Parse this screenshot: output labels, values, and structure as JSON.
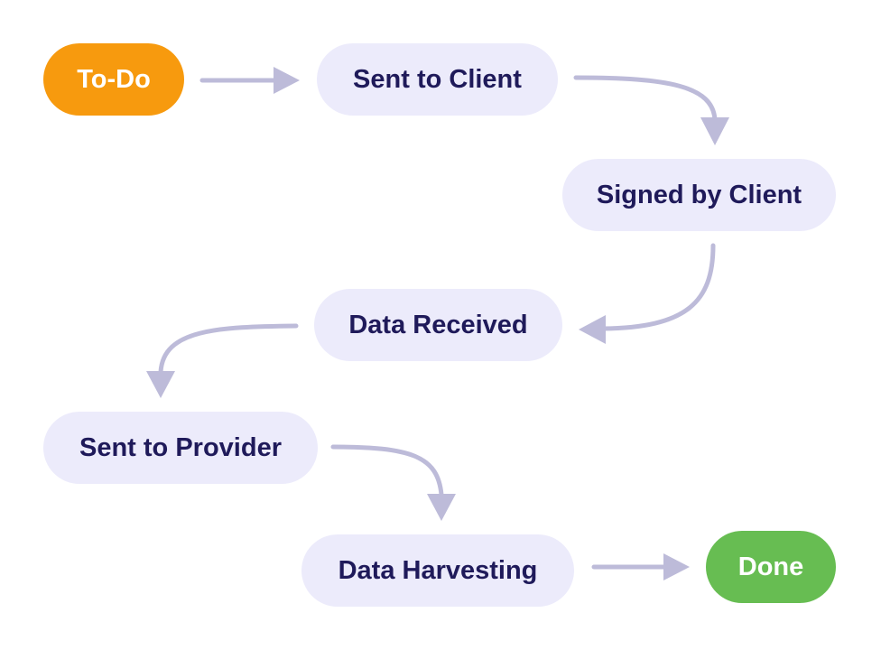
{
  "diagram": {
    "nodes": [
      {
        "id": "todo",
        "label": "To-Do",
        "kind": "start"
      },
      {
        "id": "sent_to_client",
        "label": "Sent to Client",
        "kind": "step"
      },
      {
        "id": "signed_by_client",
        "label": "Signed by Client",
        "kind": "step"
      },
      {
        "id": "data_received",
        "label": "Data Received",
        "kind": "step"
      },
      {
        "id": "sent_to_provider",
        "label": "Sent to Provider",
        "kind": "step"
      },
      {
        "id": "data_harvesting",
        "label": "Data Harvesting",
        "kind": "step"
      },
      {
        "id": "done",
        "label": "Done",
        "kind": "end"
      }
    ],
    "edges": [
      {
        "from": "todo",
        "to": "sent_to_client"
      },
      {
        "from": "sent_to_client",
        "to": "signed_by_client"
      },
      {
        "from": "signed_by_client",
        "to": "data_received"
      },
      {
        "from": "data_received",
        "to": "sent_to_provider"
      },
      {
        "from": "sent_to_provider",
        "to": "data_harvesting"
      },
      {
        "from": "data_harvesting",
        "to": "done"
      }
    ]
  },
  "colors": {
    "start": "#f79a0e",
    "end": "#67bd52",
    "step_fill": "#ecebfb",
    "step_text": "#1f1a5a",
    "arrow": "#bdbbd9"
  }
}
